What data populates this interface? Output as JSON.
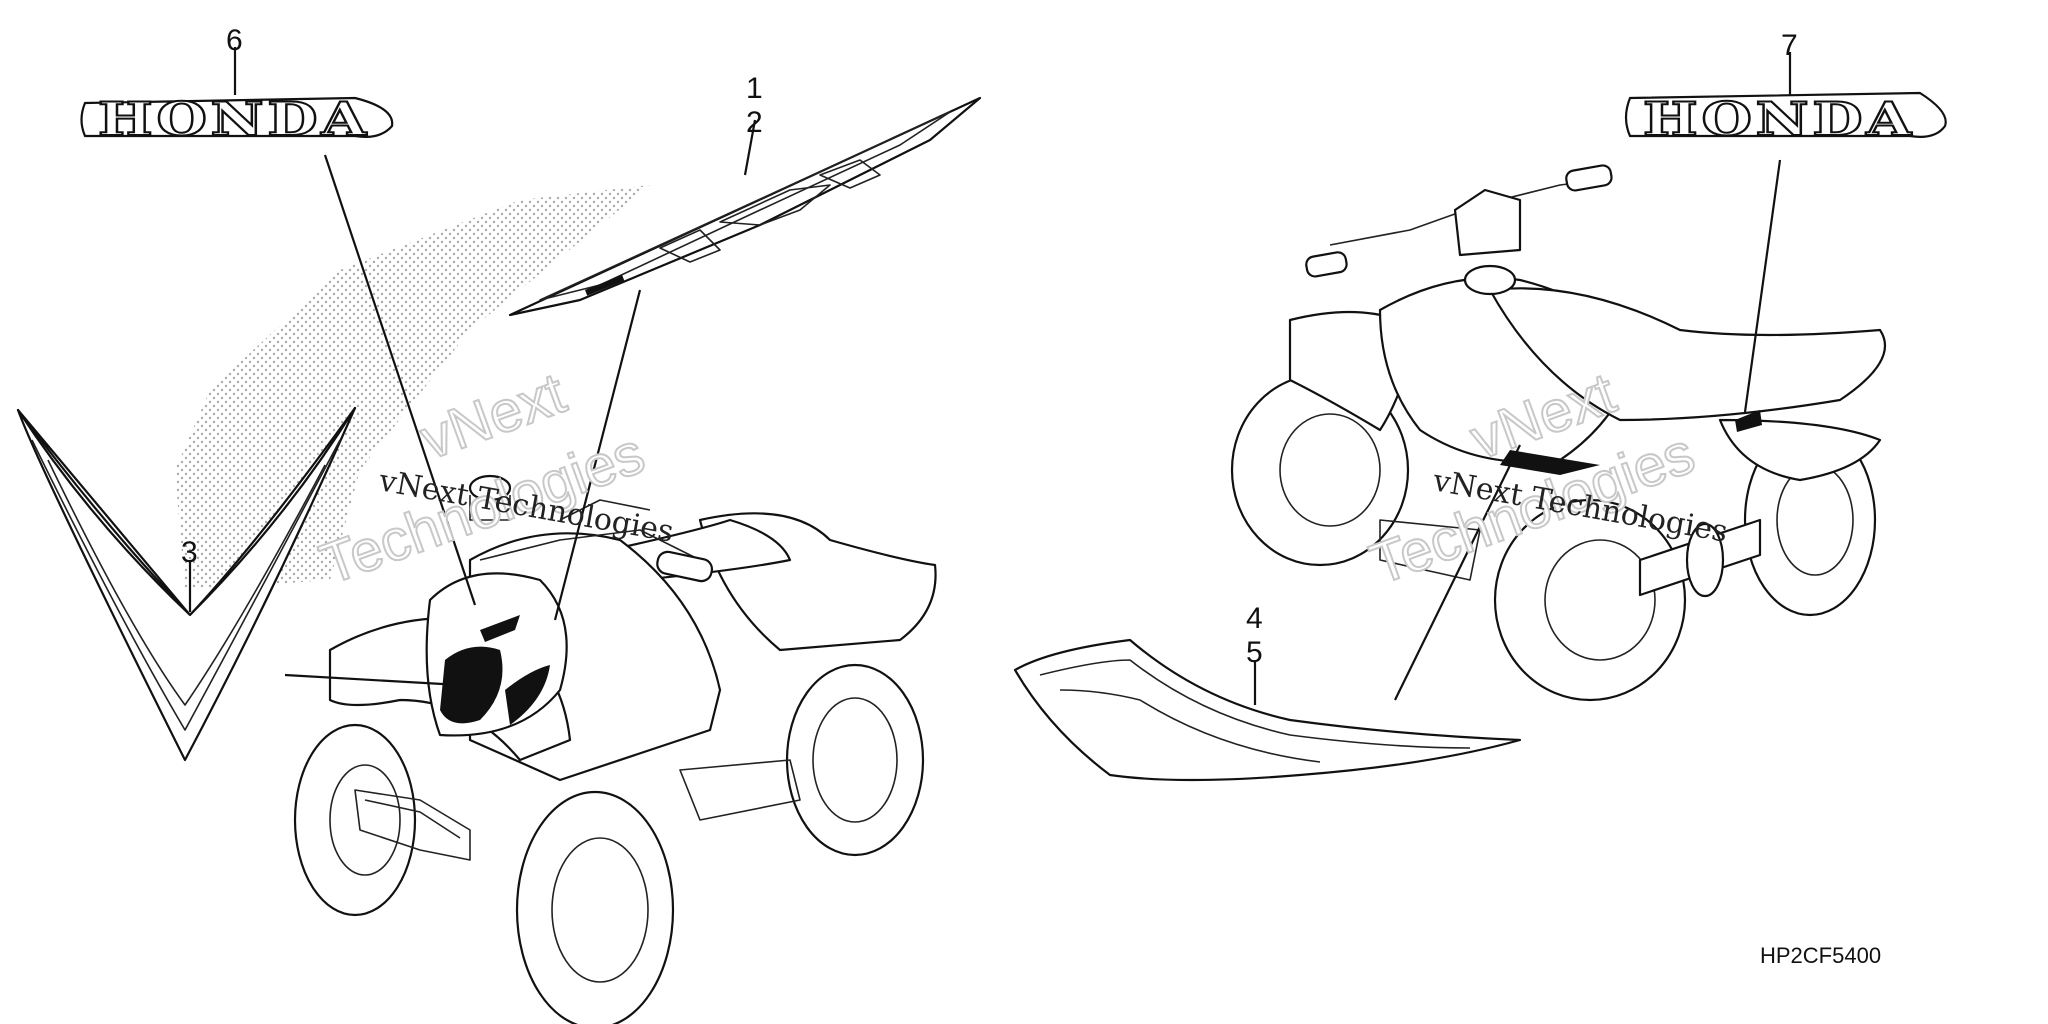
{
  "callouts": {
    "c1": "1",
    "c2": "2",
    "c3": "3",
    "c4": "4",
    "c5": "5",
    "c6": "6",
    "c7": "7"
  },
  "logos": {
    "left_text": "HONDA",
    "right_text": "HONDA"
  },
  "watermarks": {
    "left_small": "vNext Technologies",
    "left_big_1": "vNext",
    "left_big_2": "Technologies",
    "right_small": "vNext Technologies",
    "right_big_1": "vNext",
    "right_big_2": "Technologies"
  },
  "diagram_code": "HP2CF5400",
  "colors": {
    "line": "#111111",
    "background": "#ffffff",
    "watermark": "#c8c8c8"
  }
}
